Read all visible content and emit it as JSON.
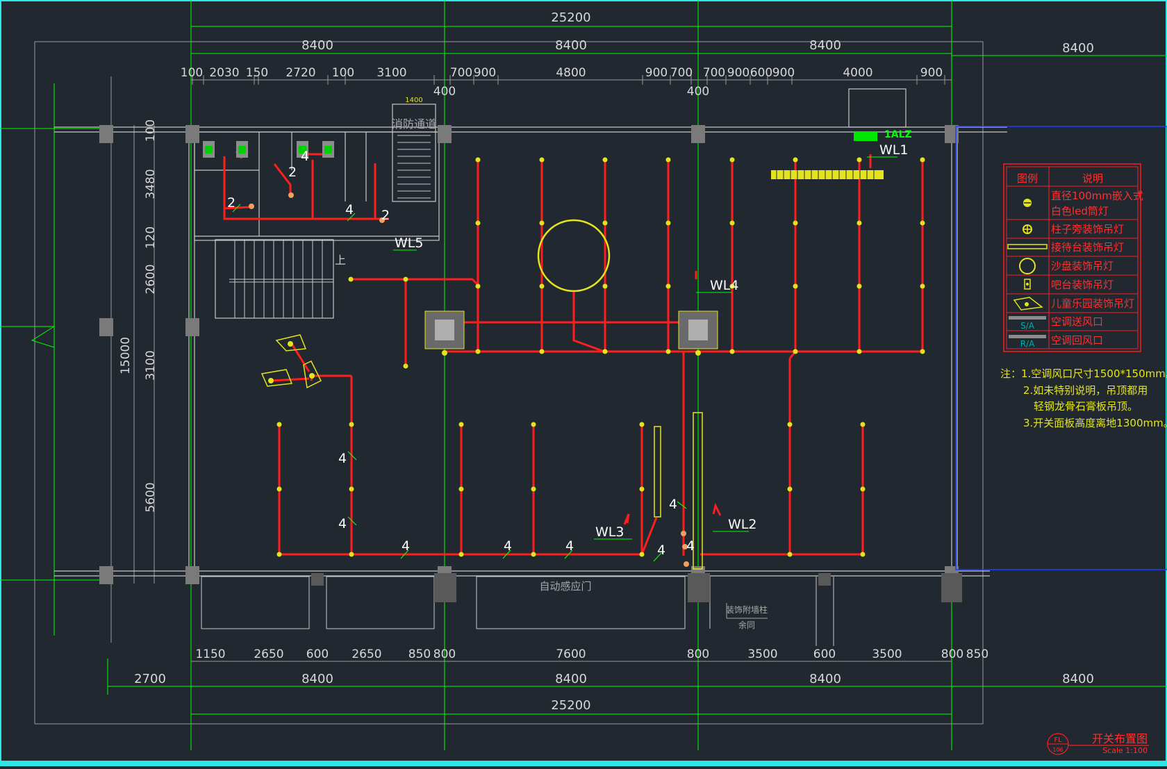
{
  "drawing": {
    "title": "开关布置图",
    "scale": "Scale 1:100",
    "badge_top": "FL",
    "badge_bottom": "106"
  },
  "colors": {
    "background": "#212830",
    "wire": "#ff1e1e",
    "dimension": "#00ff00",
    "fixture": "#e4e41e",
    "wall": "#c8c8c8",
    "boundary": "#1e3cff"
  },
  "dims": {
    "top_total": "25200",
    "top_bays": [
      "8400",
      "8400",
      "8400",
      "8400"
    ],
    "top_details": [
      "100",
      "2030",
      "150",
      "2720",
      "100",
      "3100",
      "700",
      "900",
      "4800",
      "900",
      "700",
      "700",
      "900",
      "600",
      "900",
      "4000",
      "900"
    ],
    "top_small": [
      "400",
      "400"
    ],
    "bottom_details": [
      "1150",
      "2650",
      "600",
      "2650",
      "850",
      "800",
      "7600",
      "800",
      "3500",
      "600",
      "3500",
      "800",
      "850"
    ],
    "bottom_bays": [
      "2700",
      "8400",
      "8400",
      "8400",
      "8400"
    ],
    "bottom_total": "25200",
    "left": [
      "100",
      "3480",
      "120",
      "2600",
      "3100",
      "5600"
    ],
    "left_total": "15000"
  },
  "labels": {
    "fire_passage": "消防通道",
    "fire_dim": "1400",
    "auto_door": "自动感应门",
    "deco_col_1": "装饰附墙柱",
    "deco_col_2": "余同",
    "stair_up": "上",
    "panel": "1ALZ",
    "circuits": [
      "WL1",
      "WL2",
      "WL3",
      "WL4",
      "WL5"
    ],
    "wire_counts": [
      "2",
      "2",
      "4",
      "4",
      "2",
      "4",
      "4",
      "4",
      "4",
      "4",
      "4",
      "4",
      "4"
    ]
  },
  "legend": {
    "header_symbol": "图例",
    "header_desc": "说明",
    "rows": [
      {
        "icon": "downlight-icon",
        "lines": [
          "直径100mm嵌入式",
          "白色led筒灯"
        ]
      },
      {
        "icon": "column-pendant-icon",
        "lines": [
          "柱子旁装饰吊灯"
        ]
      },
      {
        "icon": "reception-pendant-icon",
        "lines": [
          "接待台装饰吊灯"
        ]
      },
      {
        "icon": "sandtable-pendant-icon",
        "lines": [
          "沙盘装饰吊灯"
        ]
      },
      {
        "icon": "bar-pendant-icon",
        "lines": [
          "吧台装饰吊灯"
        ]
      },
      {
        "icon": "playground-pendant-icon",
        "lines": [
          "儿童乐园装饰吊灯"
        ]
      },
      {
        "icon": "supply-vent-icon",
        "tag": "S/A",
        "lines": [
          "空调送风口"
        ]
      },
      {
        "icon": "return-vent-icon",
        "tag": "R/A",
        "lines": [
          "空调回风口"
        ]
      }
    ]
  },
  "notes": [
    "注：1.空调风口尺寸1500*150mm。",
    "2.如未特别说明，吊顶都用",
    "轻钢龙骨石膏板吊顶。",
    "3.开关面板高度离地1300mm。"
  ]
}
